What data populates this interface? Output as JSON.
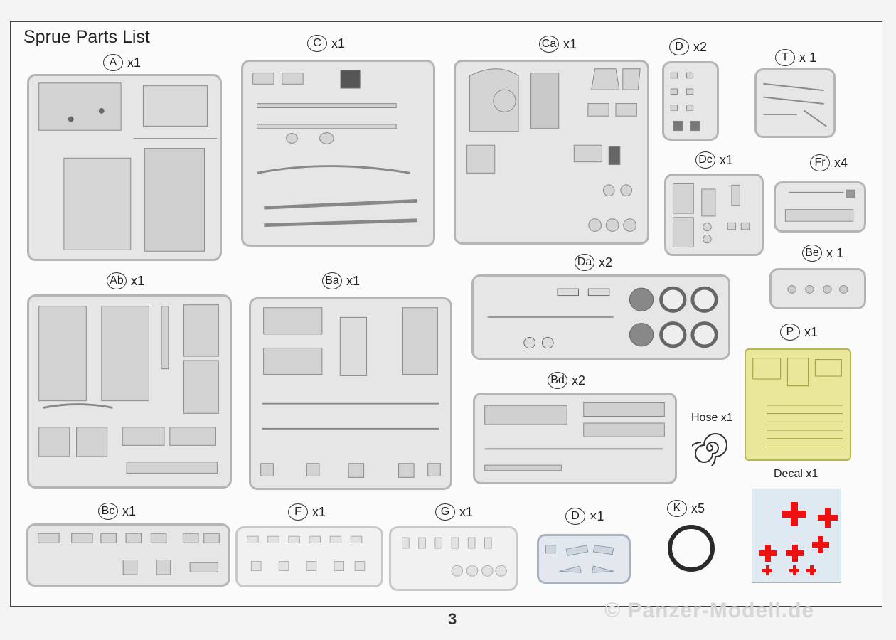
{
  "title": "Sprue Parts List",
  "page_number": "3",
  "watermark": "© Panzer-Modell.de",
  "labels": {
    "A": {
      "letter": "A",
      "count": "x1"
    },
    "C": {
      "letter": "C",
      "count": "x1"
    },
    "Ca": {
      "letter": "Ca",
      "count": "x1"
    },
    "D_top": {
      "letter": "D",
      "count": "x2"
    },
    "T": {
      "letter": "T",
      "count": "x 1"
    },
    "Dc": {
      "letter": "Dc",
      "count": "x1"
    },
    "Fr": {
      "letter": "Fr",
      "count": "x4"
    },
    "Be": {
      "letter": "Be",
      "count": "x 1"
    },
    "Ab": {
      "letter": "Ab",
      "count": "x1"
    },
    "Ba": {
      "letter": "Ba",
      "count": "x1"
    },
    "Da": {
      "letter": "Da",
      "count": "x2"
    },
    "P": {
      "letter": "P",
      "count": "x1"
    },
    "Bd": {
      "letter": "Bd",
      "count": "x2"
    },
    "Bc": {
      "letter": "Bc",
      "count": "x1"
    },
    "F": {
      "letter": "F",
      "count": "x1"
    },
    "G": {
      "letter": "G",
      "count": "x1"
    },
    "D_bottom": {
      "letter": "D",
      "count": "×1"
    },
    "K": {
      "letter": "K",
      "count": "x5"
    }
  },
  "hose_label": "Hose x1",
  "decal_label": "Decal  x1",
  "colors": {
    "sprue_grey": "#e6e6e6",
    "etch_brass": "#e8e79a",
    "decal_red": "#e11111"
  }
}
